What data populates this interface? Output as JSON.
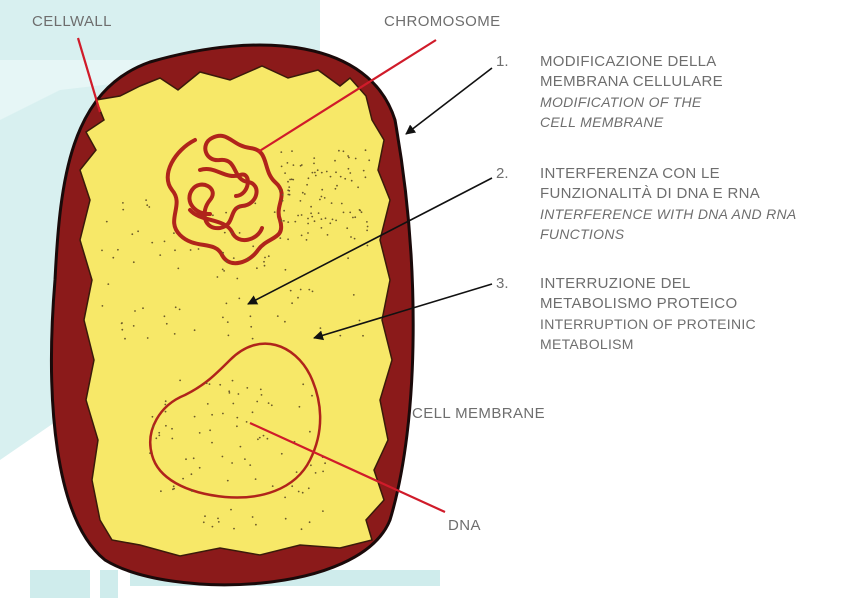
{
  "labels": {
    "cellwall": "CELLWALL",
    "chromosome": "CHROMOSOME",
    "cell_membrane": "CELL MEMBRANE",
    "dna": "DNA"
  },
  "items": [
    {
      "number": "1.",
      "italian": [
        "MODIFICAZIONE DELLA",
        "MEMBRANA CELLULARE"
      ],
      "english": [
        "MODIFICATION OF THE",
        "CELL MEMBRANE"
      ]
    },
    {
      "number": "2.",
      "italian": [
        "INTERFERENZA CON LE",
        "FUNZIONALITÀ DI DNA E RNA"
      ],
      "english": [
        "INTERFERENCE WITH DNA AND RNA",
        "FUNCTIONS"
      ]
    },
    {
      "number": "3.",
      "italian": [
        "INTERRUZIONE DEL",
        "METABOLISMO PROTEICO"
      ],
      "english": [
        "INTERRUPTION OF PROTEINIC",
        "METABOLISM"
      ]
    }
  ],
  "colors": {
    "cell_wall": "#8b1a1a",
    "cytoplasm": "#f7e868",
    "background_accent": "#d6efef",
    "pointer_red": "#d01b2a",
    "pointer_black": "#111111"
  }
}
